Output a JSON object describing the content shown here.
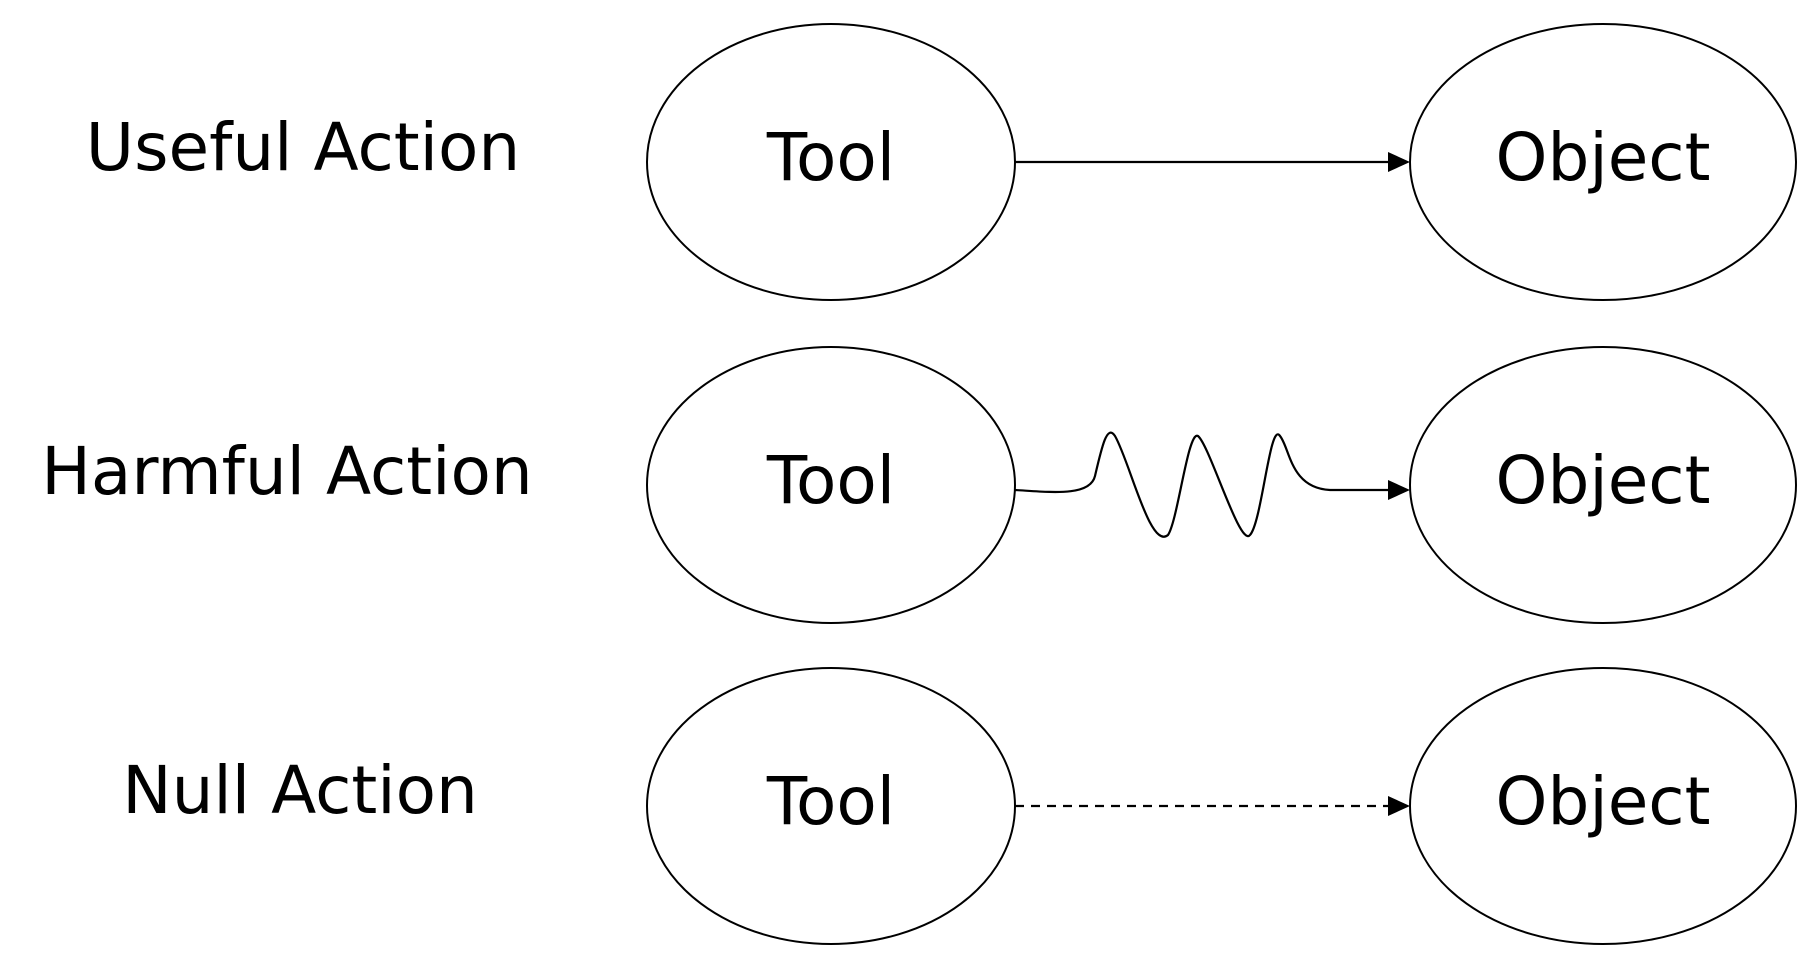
{
  "diagram": {
    "rows": [
      {
        "label": "Useful Action",
        "source": "Tool",
        "target": "Object",
        "relation": "solid-arrow"
      },
      {
        "label": "Harmful Action",
        "source": "Tool",
        "target": "Object",
        "relation": "wavy-arrow"
      },
      {
        "label": "Null Action",
        "source": "Tool",
        "target": "Object",
        "relation": "dashed-arrow"
      }
    ]
  }
}
